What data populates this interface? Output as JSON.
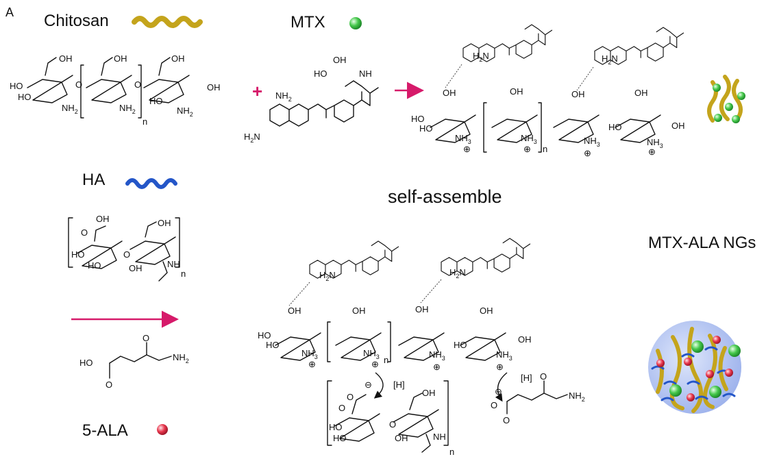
{
  "panel_letter": "A",
  "legend": {
    "chitosan": "Chitosan",
    "mtx": "MTX",
    "ha": "HA",
    "ala": "5-ALA"
  },
  "labels": {
    "self_assemble": "self-assemble",
    "product": "MTX-ALA NGs",
    "repeat_n": "n",
    "plus": "+",
    "hydride": "[H]"
  },
  "chem": {
    "OH": "OH",
    "HO": "HO",
    "NH2": "NH",
    "NH3": "NH",
    "sub2": "2",
    "sub3": "3",
    "H2N": "H",
    "H2N_N": "N",
    "N": "N",
    "NH": "NH",
    "O": "O",
    "plus_charge": "⊕",
    "minus_charge": "⊖"
  },
  "colors": {
    "chitosan": "#c4a41c",
    "ha": "#2456c8",
    "mtx": "#3fc04a",
    "ala": "#e0304a",
    "arrow": "#d61a6a",
    "sphere": "#b8c8f2"
  }
}
